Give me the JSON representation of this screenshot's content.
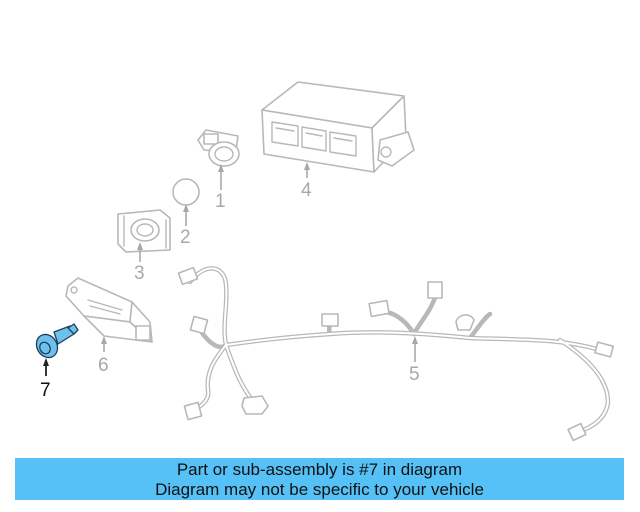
{
  "callouts": {
    "c1": "1",
    "c2": "2",
    "c3": "3",
    "c4": "4",
    "c5": "5",
    "c6": "6",
    "c7": "7"
  },
  "highlight_color": "#6fc1ec",
  "banner": {
    "line1": "Part or sub-assembly is #7 in diagram",
    "line2": "Diagram may not be specific to your vehicle",
    "background": "#55c1f6"
  }
}
